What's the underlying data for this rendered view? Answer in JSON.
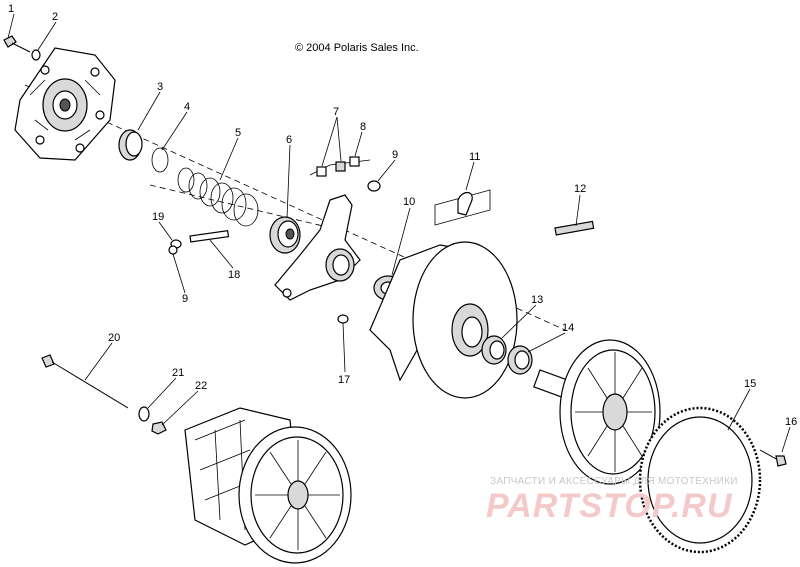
{
  "copyright": "© 2004 Polaris Sales Inc.",
  "callouts": [
    {
      "id": "c1",
      "text": "1"
    },
    {
      "id": "c2",
      "text": "2"
    },
    {
      "id": "c3",
      "text": "3"
    },
    {
      "id": "c4",
      "text": "4"
    },
    {
      "id": "c5",
      "text": "5"
    },
    {
      "id": "c6",
      "text": "6"
    },
    {
      "id": "c7",
      "text": "7"
    },
    {
      "id": "c8",
      "text": "8"
    },
    {
      "id": "c9a",
      "text": "9"
    },
    {
      "id": "c9b",
      "text": "9"
    },
    {
      "id": "c10",
      "text": "10"
    },
    {
      "id": "c11",
      "text": "11"
    },
    {
      "id": "c12",
      "text": "12"
    },
    {
      "id": "c13",
      "text": "13"
    },
    {
      "id": "c14",
      "text": "14"
    },
    {
      "id": "c15",
      "text": "15"
    },
    {
      "id": "c16",
      "text": "16"
    },
    {
      "id": "c17",
      "text": "17"
    },
    {
      "id": "c18",
      "text": "18"
    },
    {
      "id": "c19",
      "text": "19"
    },
    {
      "id": "c20",
      "text": "20"
    },
    {
      "id": "c21",
      "text": "21"
    },
    {
      "id": "c22",
      "text": "22"
    }
  ],
  "watermark": {
    "small_text": "ЗАПЧАСТИ И АКСЕССУАРЫ ДЛЯ МОТОТЕХНИКИ",
    "logo_text": "PARTSTOP.RU"
  }
}
